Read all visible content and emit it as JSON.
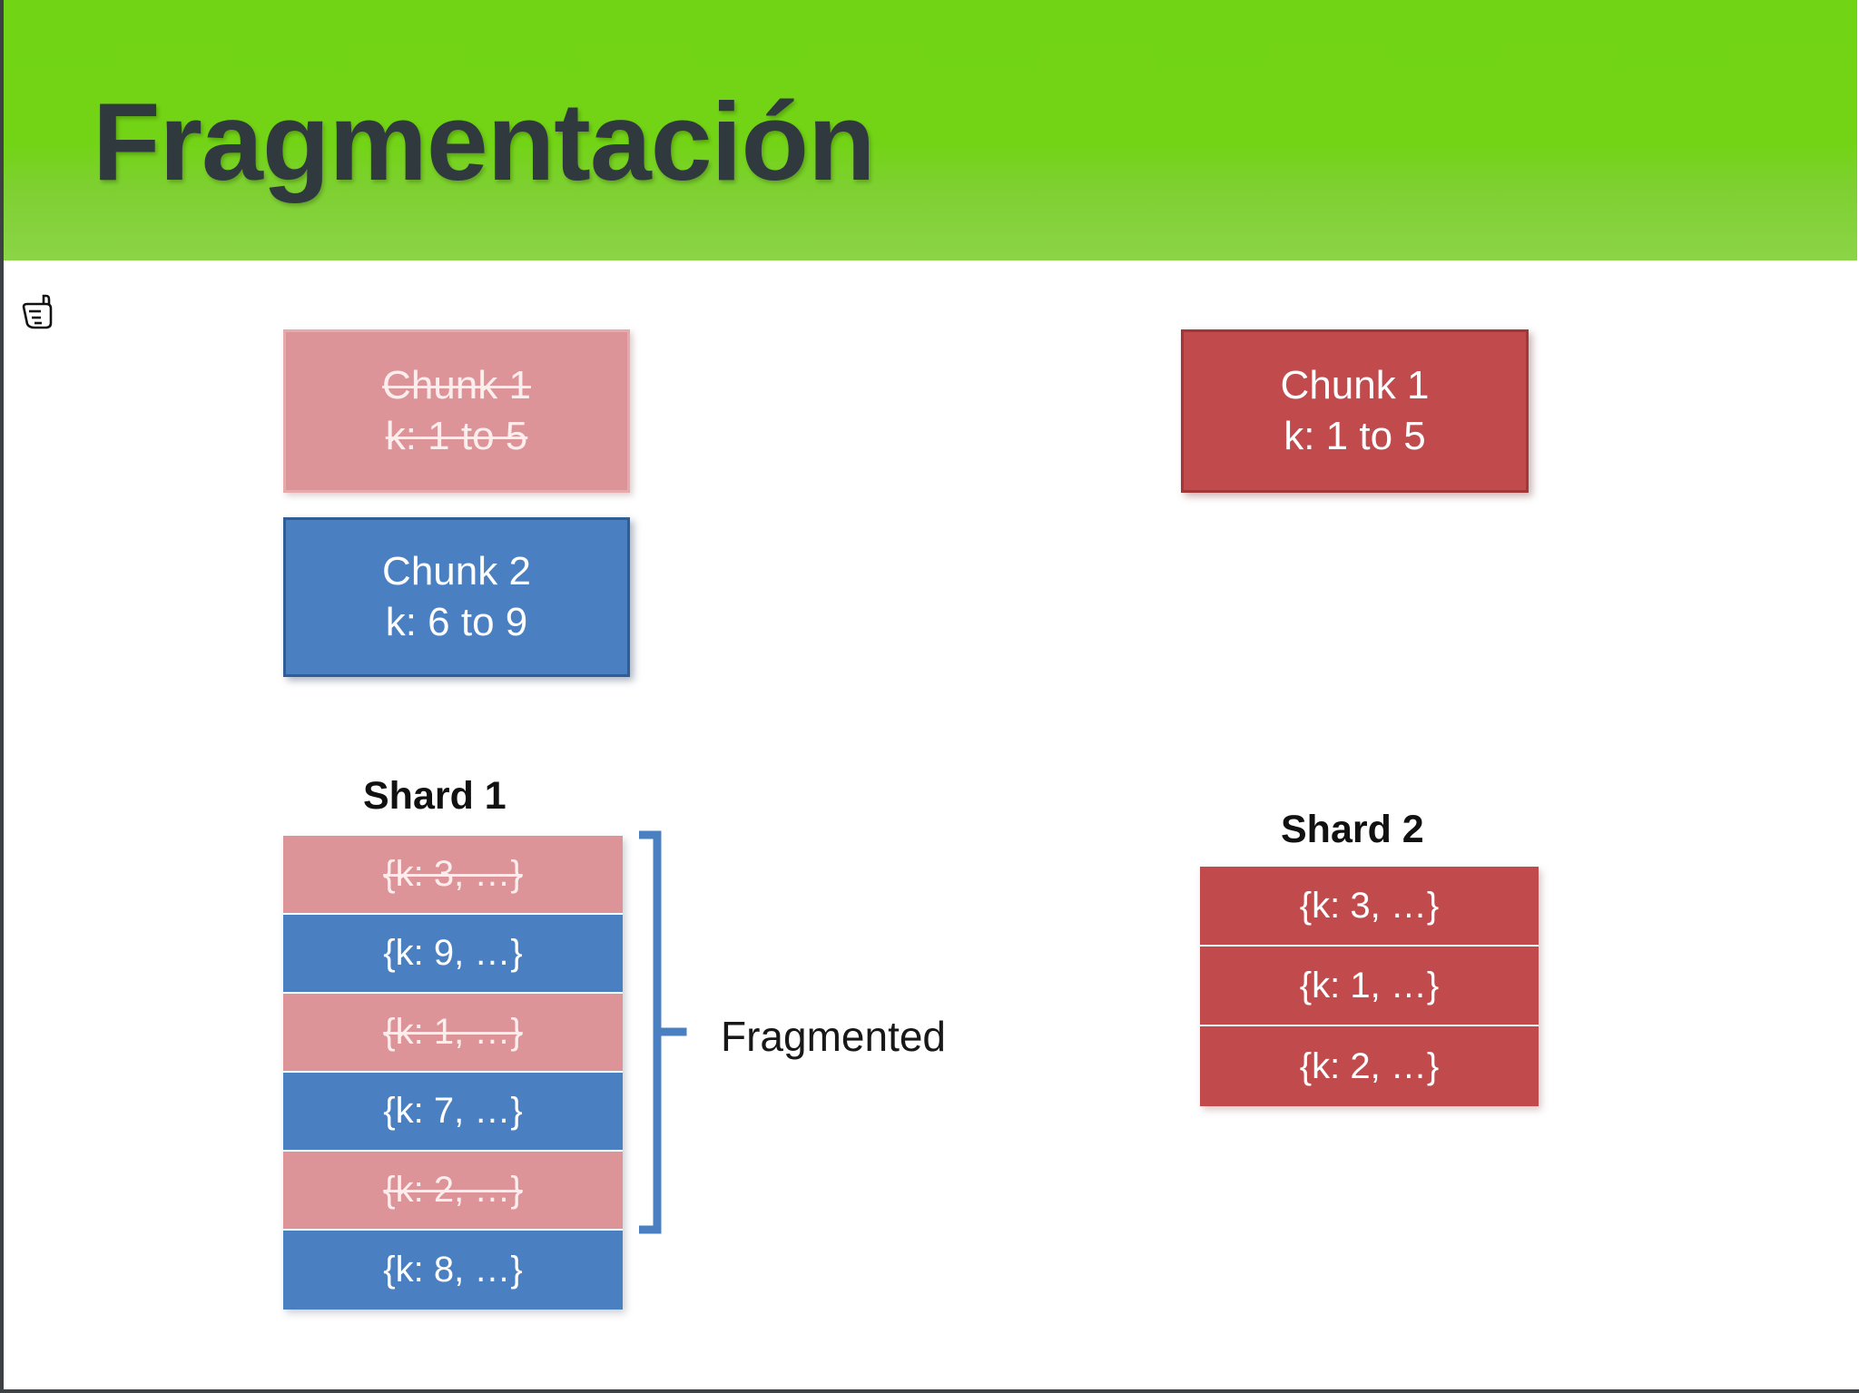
{
  "slide": {
    "title": "Fragmentación",
    "header_color_top": "#71d414",
    "header_color_bottom": "#8cd447",
    "title_color": "#2f393e",
    "background": "#ffffff"
  },
  "cursor": {
    "icon": "pointing-hand-cursor"
  },
  "chunks": {
    "left": [
      {
        "id": "chunk-1-left",
        "name": "Chunk 1",
        "range": "k: 1 to 5",
        "color": "#dd9499",
        "state": "removed",
        "strikethrough": true
      },
      {
        "id": "chunk-2-left",
        "name": "Chunk 2",
        "range": "k: 6 to 9",
        "color": "#4a7fc1",
        "state": "active",
        "strikethrough": false
      }
    ],
    "right": [
      {
        "id": "chunk-1-right",
        "name": "Chunk 1",
        "range": "k: 1 to 5",
        "color": "#c04a4c",
        "state": "active",
        "strikethrough": false
      }
    ]
  },
  "shards": [
    {
      "id": "shard-1",
      "title": "Shard 1",
      "rows": [
        {
          "text": "{k: 3, …}",
          "color": "#dd9499",
          "variant": "pink",
          "strikethrough": true
        },
        {
          "text": "{k: 9, …}",
          "color": "#4a7fc1",
          "variant": "blue",
          "strikethrough": false
        },
        {
          "text": "{k: 1, …}",
          "color": "#dd9499",
          "variant": "pink",
          "strikethrough": true
        },
        {
          "text": "{k: 7, …}",
          "color": "#4a7fc1",
          "variant": "blue",
          "strikethrough": false
        },
        {
          "text": "{k: 2, …}",
          "color": "#dd9499",
          "variant": "pink",
          "strikethrough": true
        },
        {
          "text": "{k: 8, …}",
          "color": "#4a7fc1",
          "variant": "blue",
          "strikethrough": false
        }
      ]
    },
    {
      "id": "shard-2",
      "title": "Shard 2",
      "rows": [
        {
          "text": "{k: 3, …}",
          "color": "#c04a4c",
          "variant": "red",
          "strikethrough": false
        },
        {
          "text": "{k: 1, …}",
          "color": "#c04a4c",
          "variant": "red",
          "strikethrough": false
        },
        {
          "text": "{k: 2, …}",
          "color": "#c04a4c",
          "variant": "red",
          "strikethrough": false
        }
      ]
    }
  ],
  "annotation": {
    "bracket_icon": "right-brace-bracket",
    "bracket_color": "#4a7fc1",
    "label": "Fragmented"
  }
}
